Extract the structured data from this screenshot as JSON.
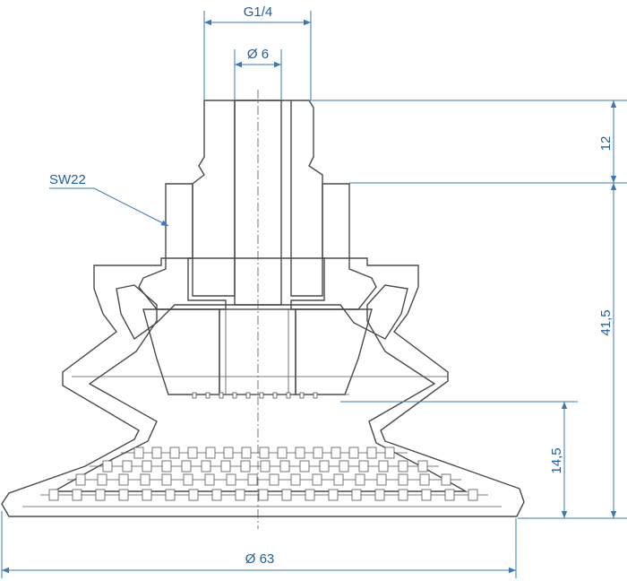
{
  "dimensions": {
    "thread": "G1/4",
    "bore": "Ø 6",
    "wrench_size": "SW22",
    "height_top": "12",
    "height_body": "41,5",
    "height_lip": "14,5",
    "diameter_cup": "Ø 63"
  },
  "colors": {
    "dimension": "#3a78b8",
    "dimension_text": "#1f5fa0",
    "outline": "#4a4a4a"
  }
}
